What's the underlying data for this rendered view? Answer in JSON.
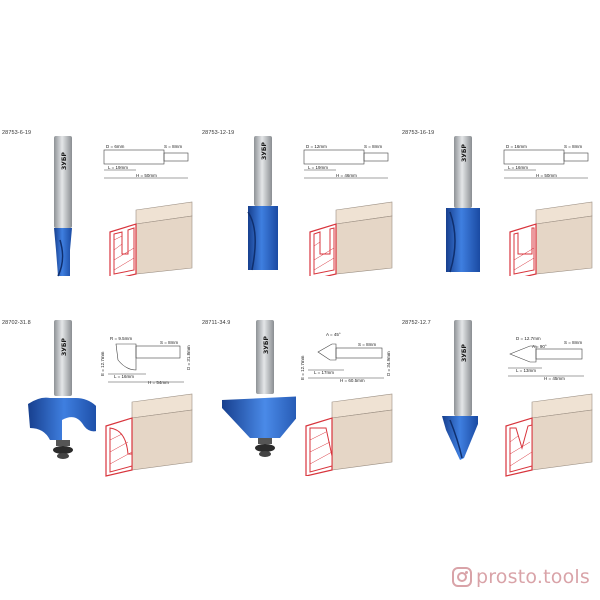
{
  "brand": "ЗУБР",
  "watermark": "prosto.tools",
  "colors": {
    "bit_blue": "#2a62c4",
    "shank": "#b7babd",
    "wood": "#f1e6d9",
    "section_red": "#d8343c"
  },
  "products": [
    {
      "code": "28753-6-19",
      "type": "straight",
      "labels": {
        "d": "D = 6mm",
        "s": "S = 8mm",
        "l": "L = 19mm",
        "h": "H = 50mm"
      }
    },
    {
      "code": "28753-12-19",
      "type": "straight",
      "labels": {
        "d": "D = 12mm",
        "s": "S = 8mm",
        "l": "L = 19mm",
        "h": "H = 46mm"
      }
    },
    {
      "code": "28753-16-19",
      "type": "straight",
      "labels": {
        "d": "D = 16mm",
        "s": "S = 8mm",
        "l": "L = 16mm",
        "h": "H = 50mm"
      }
    },
    {
      "code": "28702-31.8",
      "type": "cove",
      "labels": {
        "r": "R = 9.5mm",
        "s": "S = 8mm",
        "d": "D = 31.8mm",
        "e": "E = 12.7mm",
        "l": "L = 16mm",
        "h": "H = 54mm"
      }
    },
    {
      "code": "28711-34.9",
      "type": "chamfer",
      "labels": {
        "a": "A = 45°",
        "s": "S = 8mm",
        "d": "D = 34.9mm",
        "e": "E = 12.7mm",
        "l": "L = 17mm",
        "h": "H = 60.5mm"
      }
    },
    {
      "code": "28752-12.7",
      "type": "vgroove",
      "labels": {
        "d": "D = 12.7mm",
        "a": "A = 90°",
        "s": "S = 8mm",
        "l": "L = 13mm",
        "h": "H = 45mm"
      }
    }
  ]
}
